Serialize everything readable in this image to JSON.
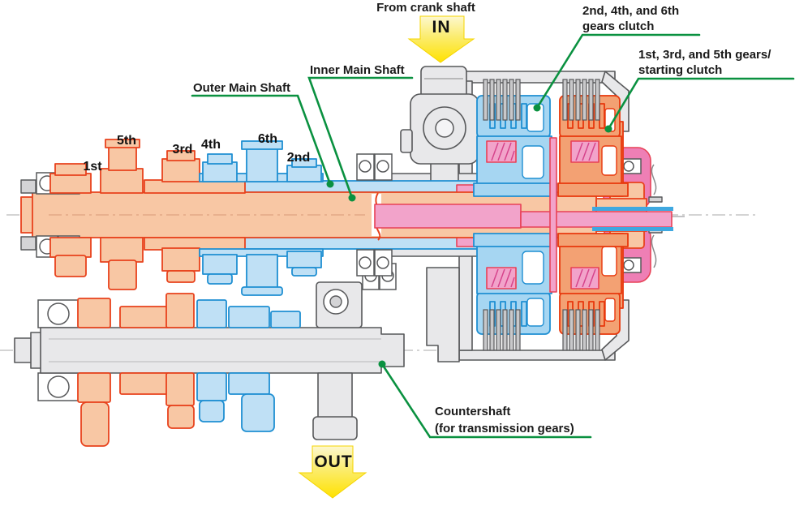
{
  "title": "Dual clutch transmission cross-section diagram",
  "labels": {
    "from_crank_shaft": "From crank shaft",
    "in": "IN",
    "out": "OUT",
    "clutch_246_line1": "2nd, 4th, and 6th",
    "clutch_246_line2": "gears clutch",
    "clutch_135_line1": "1st, 3rd, and 5th gears/",
    "clutch_135_line2": "starting clutch",
    "inner_main_shaft": "Inner Main Shaft",
    "outer_main_shaft": "Outer Main Shaft",
    "countershaft_line1": "Countershaft",
    "countershaft_line2": "(for transmission gears)"
  },
  "gears": [
    {
      "label": "1st"
    },
    {
      "label": "5th"
    },
    {
      "label": "3rd"
    },
    {
      "label": "4th"
    },
    {
      "label": "6th"
    },
    {
      "label": "2nd"
    }
  ],
  "colors": {
    "gears_135_fill": "#f8c7a4",
    "gears_135_stroke": "#e8421c",
    "gears_246_fill": "#bfe0f5",
    "gears_246_stroke": "#1f8fd2",
    "clutch_135_fill": "#f3a173",
    "clutch_246_fill": "#a6d6f2",
    "inner_shaft_pink": "#f2a3ca",
    "housing_gray": "#e8e8ea",
    "annotation_green": "#0a9140",
    "flow_arrow_yellow": "#ffe400",
    "label_text": "#1a1a1a"
  }
}
